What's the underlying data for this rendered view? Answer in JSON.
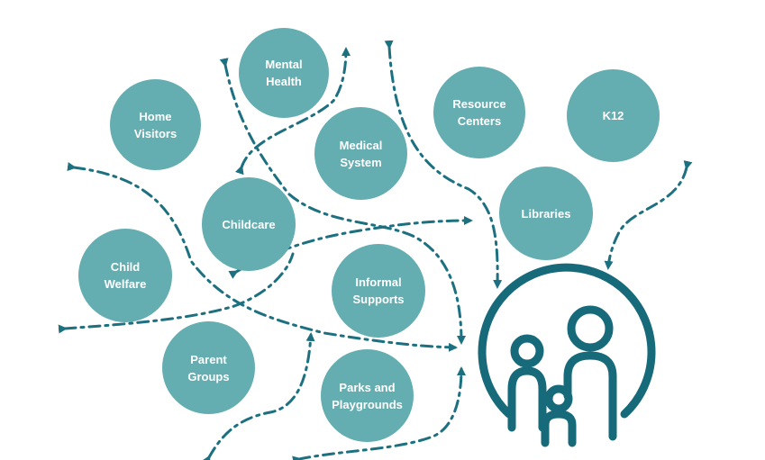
{
  "colors": {
    "node_fill": "#64adb1",
    "arrow": "#1c7080",
    "family_icon": "#166a7a",
    "text": "#ffffff"
  },
  "nodes": [
    {
      "id": "mental-health",
      "label": "Mental\nHealth"
    },
    {
      "id": "home-visitors",
      "label": "Home\nVisitors"
    },
    {
      "id": "medical-system",
      "label": "Medical\nSystem"
    },
    {
      "id": "resource-centers",
      "label": "Resource\nCenters"
    },
    {
      "id": "k12",
      "label": "K12"
    },
    {
      "id": "childcare",
      "label": "Childcare"
    },
    {
      "id": "libraries",
      "label": "Libraries"
    },
    {
      "id": "child-welfare",
      "label": "Child\nWelfare"
    },
    {
      "id": "informal-supports",
      "label": "Informal\nSupports"
    },
    {
      "id": "parent-groups",
      "label": "Parent\nGroups"
    },
    {
      "id": "parks-playgrounds",
      "label": "Parks and\nPlaygrounds"
    }
  ],
  "icons": {
    "family": "family-icon"
  }
}
